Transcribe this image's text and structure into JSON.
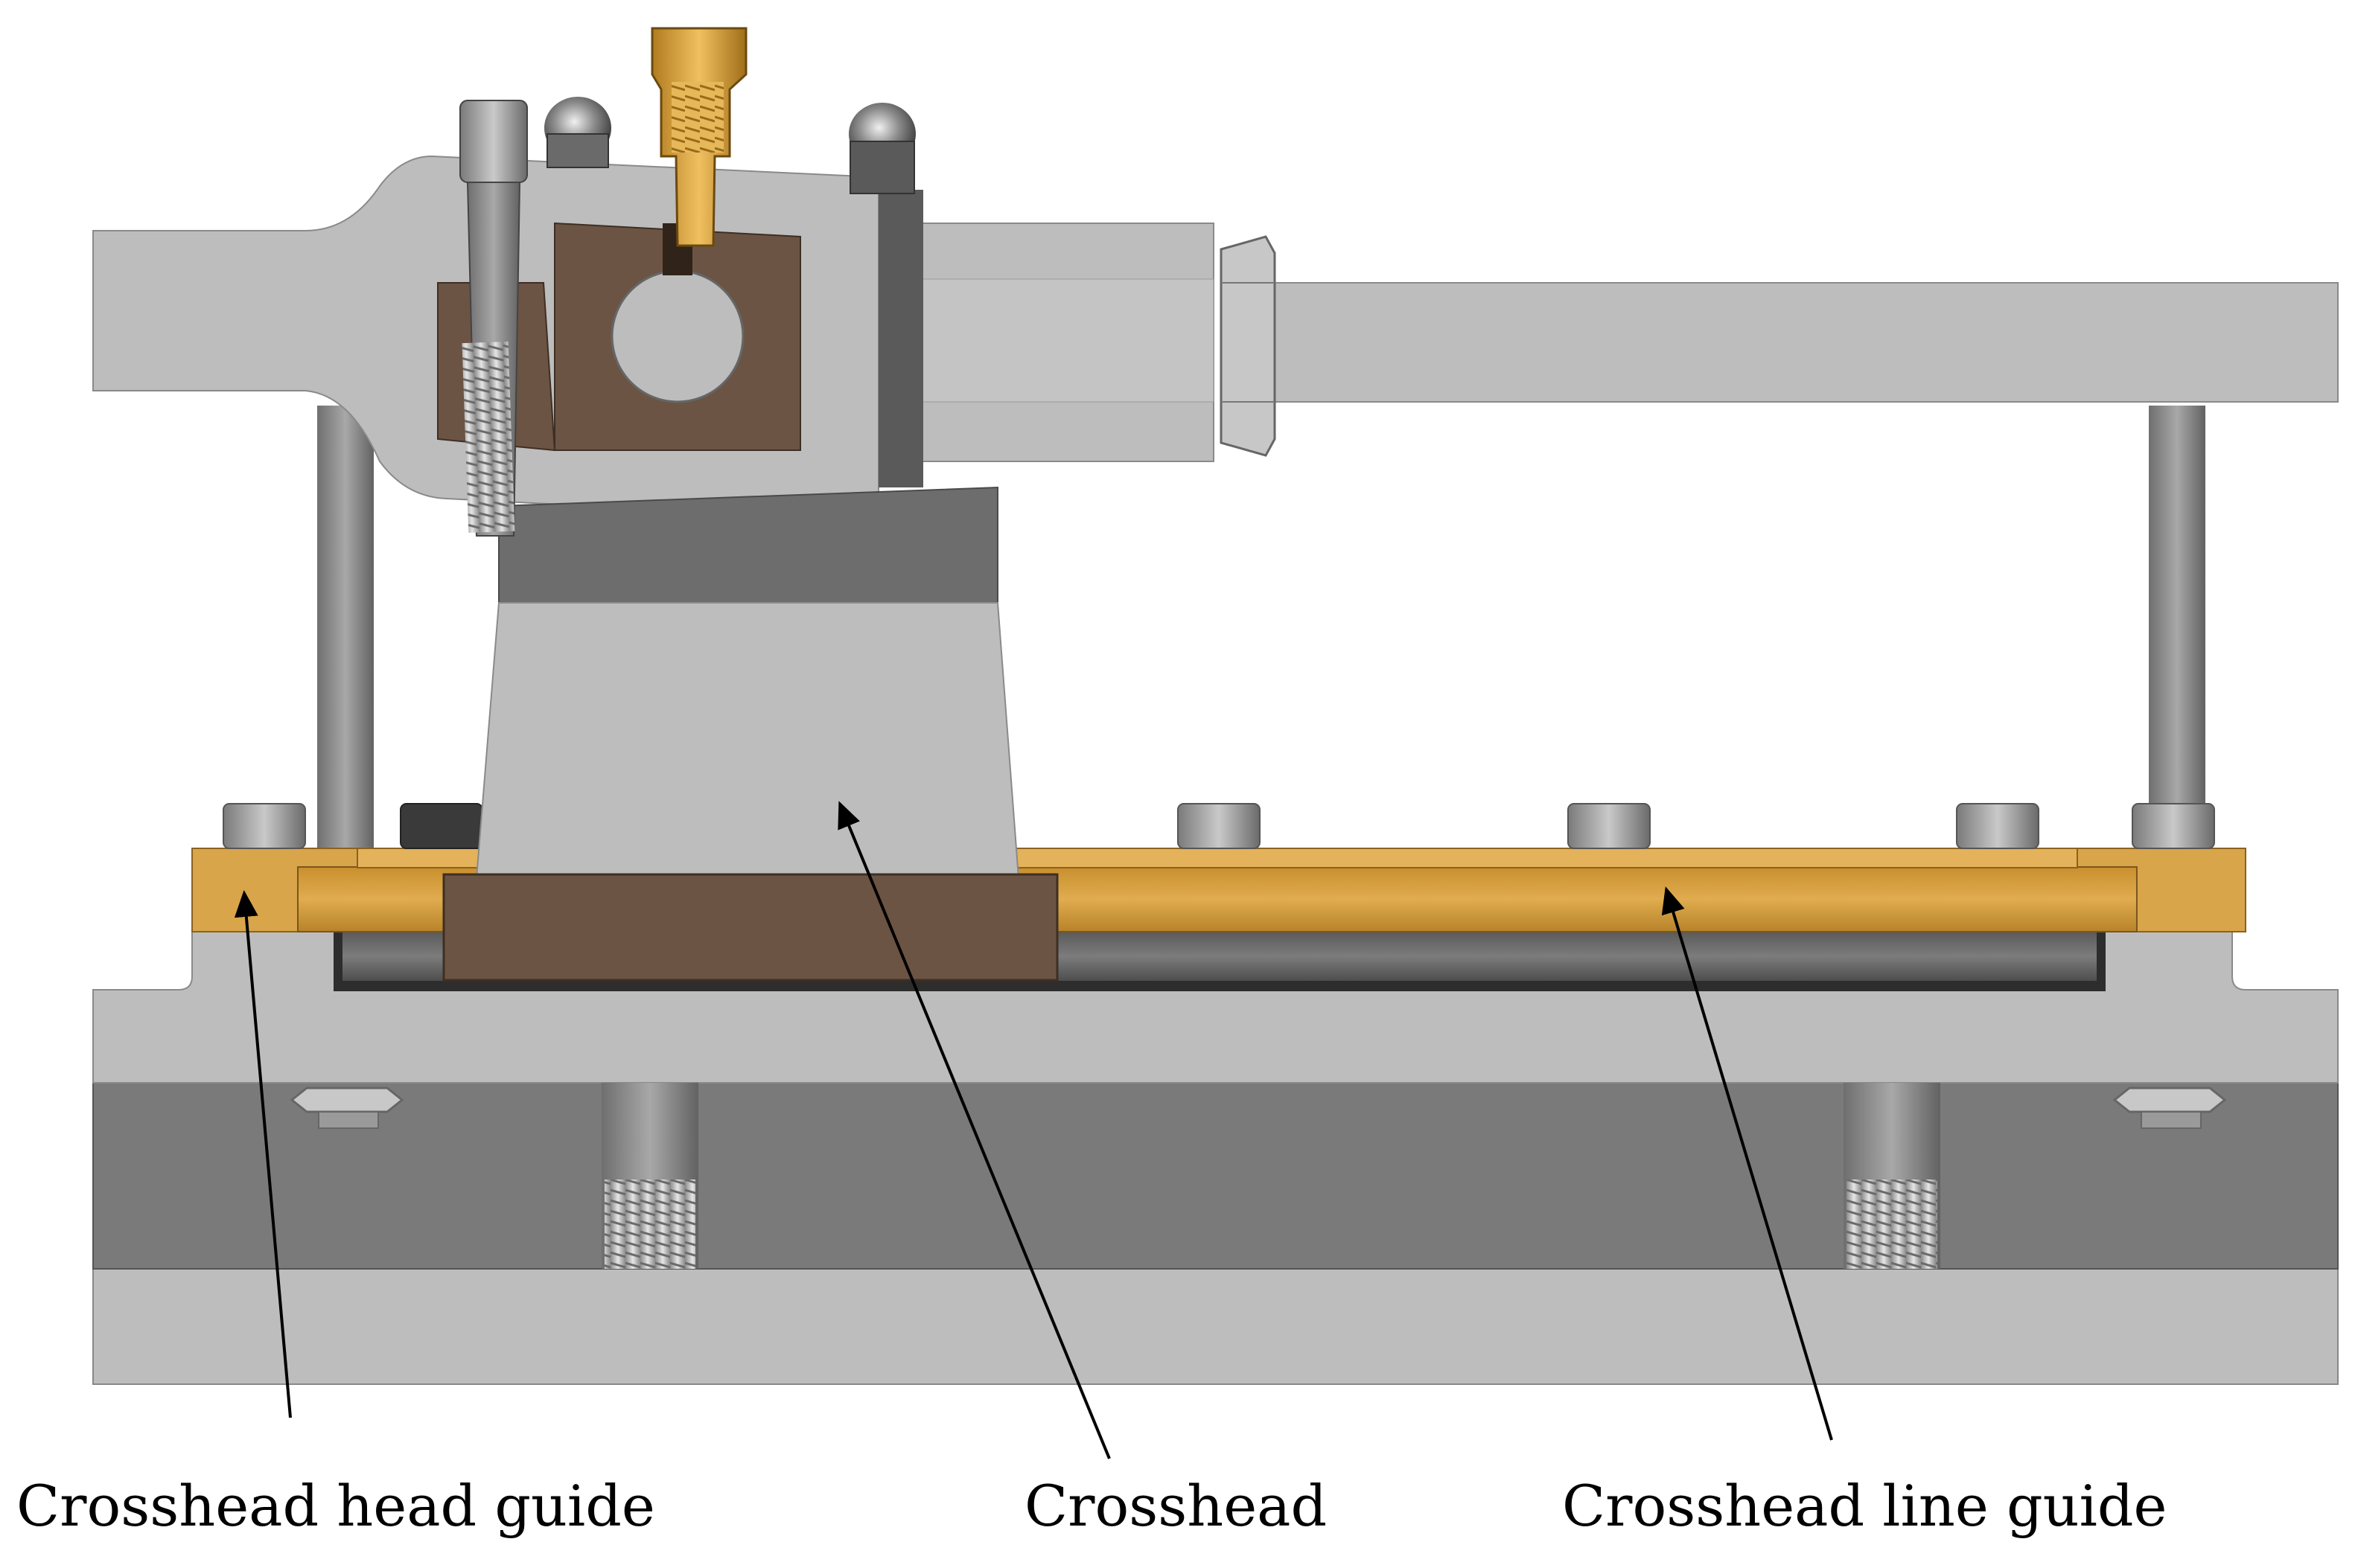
{
  "labels": {
    "head_guide": "Crosshead head guide",
    "crosshead": "Crosshead",
    "line_guide": "Crosshead line guide"
  },
  "colors": {
    "background": "#ffffff",
    "steel_light": "#bcbcbc",
    "steel_mid": "#a3a3a3",
    "steel_dark": "#6e6e6e",
    "steel_darker": "#4a4a4a",
    "bronze": "#d4a24a",
    "bronze_dark": "#a9782b",
    "brown_section": "#6b5443",
    "arrow": "#000000"
  }
}
